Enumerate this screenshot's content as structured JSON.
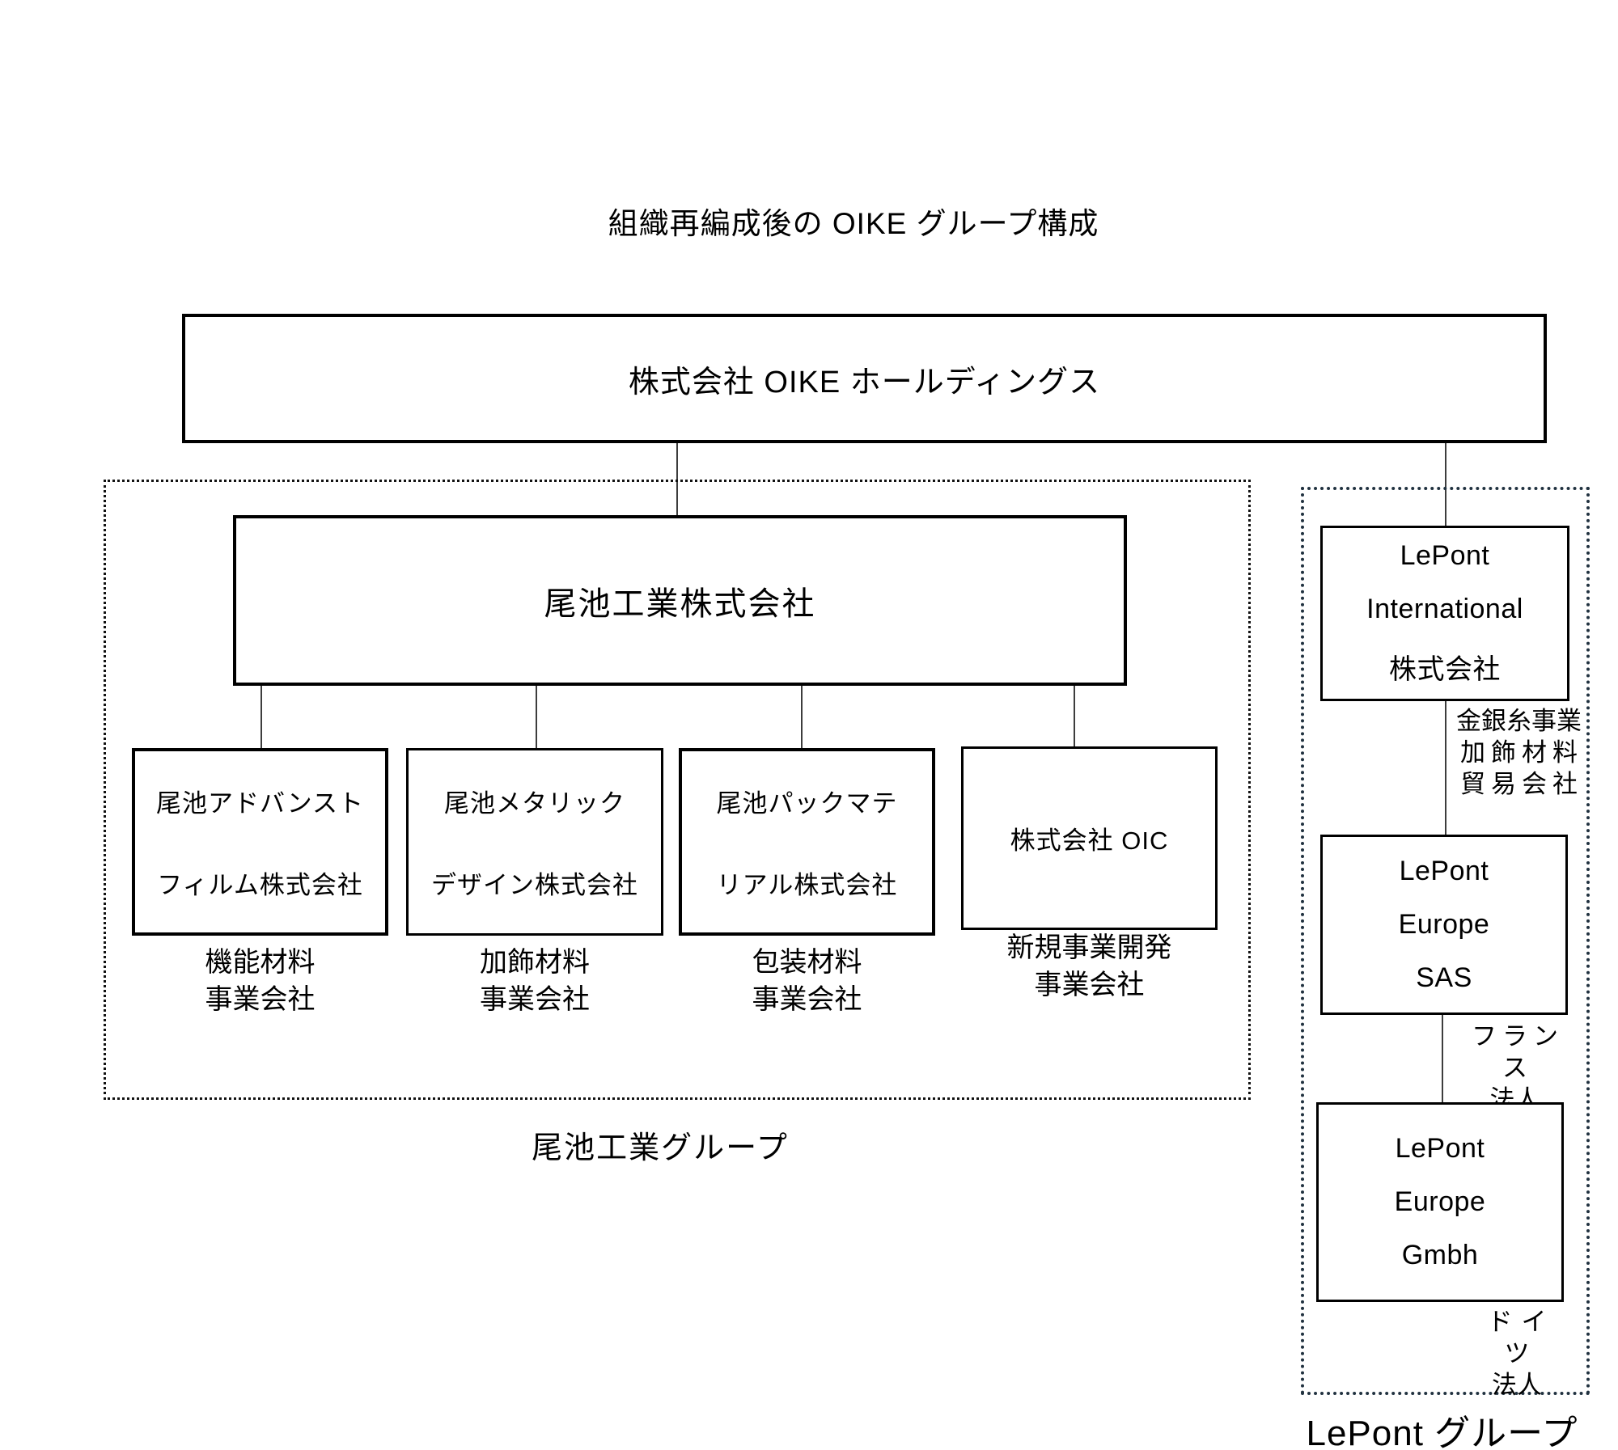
{
  "title": "組織再編成後の OIKE グループ構成",
  "holding": {
    "name": "株式会社 OIKE ホールディングス"
  },
  "oike_group": {
    "group_label": "尾池工業グループ",
    "parent": {
      "name": "尾池工業株式会社"
    },
    "children": [
      {
        "name_line1": "尾池アドバンスト",
        "name_line2": "フィルム株式会社",
        "role_line1": "機能材料",
        "role_line2": "事業会社"
      },
      {
        "name_line1": "尾池メタリック",
        "name_line2": "デザイン株式会社",
        "role_line1": "加飾材料",
        "role_line2": "事業会社"
      },
      {
        "name_line1": "尾池パックマテ",
        "name_line2": "リアル株式会社",
        "role_line1": "包装材料",
        "role_line2": "事業会社"
      },
      {
        "name_line1": "株式会社 OIC",
        "role_line1": "新規事業開発",
        "role_line2": "事業会社"
      }
    ]
  },
  "lepont_group": {
    "group_label": "LePont グループ",
    "companies": [
      {
        "name_line1": "LePont",
        "name_line2": "International",
        "name_line3": "株式会社",
        "note_line1": "金銀糸事業",
        "note_line2": "加飾材料",
        "note_line3": "貿易会社"
      },
      {
        "name_line1": "LePont",
        "name_line2": "Europe",
        "name_line3": "SAS",
        "note_line1": "フランス",
        "note_line2": "法人"
      },
      {
        "name_line1": "LePont",
        "name_line2": "Europe",
        "name_line3": "Gmbh",
        "note_line1": "ドイツ",
        "note_line2": "法人"
      }
    ]
  },
  "colors": {
    "connector_line": "#3d3d3d",
    "box_border": "#000000",
    "oike_group_border": "#111111",
    "lepont_group_border": "#213240",
    "background": "#ffffff"
  }
}
